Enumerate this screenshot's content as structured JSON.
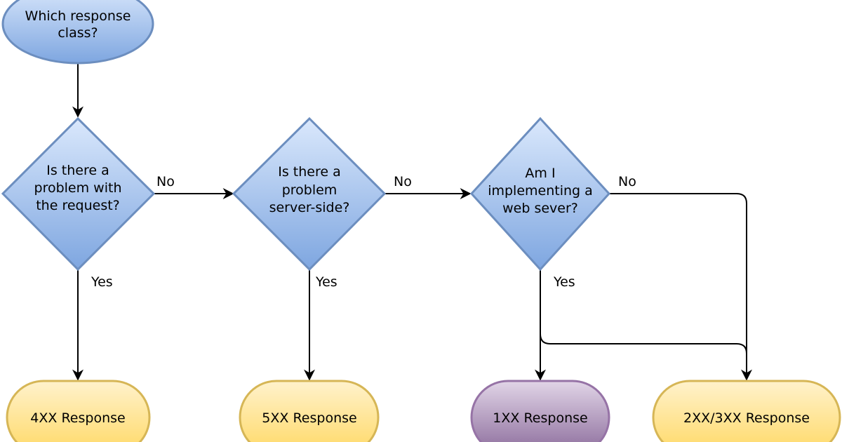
{
  "nodes": {
    "start": {
      "line1": "Which response",
      "line2": "class?"
    },
    "q1": {
      "line1": "Is there a",
      "line2": "problem with",
      "line3": "the request?"
    },
    "q2": {
      "line1": "Is there a",
      "line2": "problem",
      "line3": "server-side?"
    },
    "q3": {
      "line1": "Am I",
      "line2": "implementing a",
      "line3": "web sever?"
    },
    "r4xx": {
      "label": "4XX Response"
    },
    "r5xx": {
      "label": "5XX Response"
    },
    "r1xx": {
      "label": "1XX Response"
    },
    "r23xx": {
      "label": "2XX/3XX Response"
    }
  },
  "edge_labels": {
    "q1_no": "No",
    "q1_yes": "Yes",
    "q2_no": "No",
    "q2_yes": "Yes",
    "q3_no": "No",
    "q3_yes": "Yes"
  },
  "colors": {
    "decision_fill_top": "#dae8fc",
    "decision_fill_bottom": "#7ea6e0",
    "decision_stroke": "#6c8ebf",
    "terminal_fill_top": "#fff2cc",
    "terminal_fill_bottom": "#ffd966",
    "terminal_stroke": "#d6b656",
    "purple_fill_top": "#e1d5e7",
    "purple_fill_bottom": "#8c6c9c",
    "purple_stroke": "#9673a6"
  }
}
